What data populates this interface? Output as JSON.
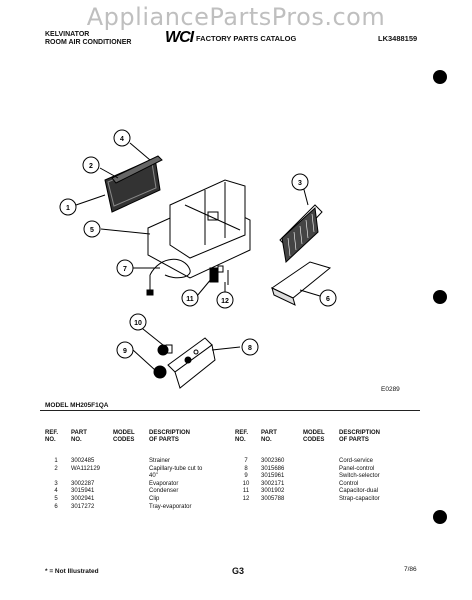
{
  "watermark": "AppliancePartsPros.com",
  "header": {
    "brand": "KELVINATOR",
    "subtitle": "ROOM AIR CONDITIONER",
    "logo_text": "WCI",
    "catalog": "FACTORY PARTS CATALOG",
    "catalog_id": "LK3488159"
  },
  "diagram": {
    "callouts": [
      "1",
      "2",
      "3",
      "4",
      "5",
      "6",
      "7",
      "8",
      "9",
      "10",
      "11",
      "12"
    ],
    "code": "E0289"
  },
  "model_label": "MODEL MH205F1QA",
  "table": {
    "headers": {
      "ref": [
        "REF.",
        "NO."
      ],
      "part": [
        "PART",
        "NO."
      ],
      "model": [
        "MODEL",
        "CODES"
      ],
      "desc": [
        "DESCRIPTION",
        "OF PARTS"
      ]
    },
    "left_rows": [
      {
        "ref": "1",
        "part": "3002485",
        "model": "",
        "desc": "Strainer"
      },
      {
        "ref": "2",
        "part": "WA112129",
        "model": "",
        "desc": "Capillary-tube cut to"
      },
      {
        "ref": "",
        "part": "",
        "model": "",
        "desc": "40\""
      },
      {
        "ref": "3",
        "part": "3002287",
        "model": "",
        "desc": "Evaporator"
      },
      {
        "ref": "4",
        "part": "3015941",
        "model": "",
        "desc": "Condenser"
      },
      {
        "ref": "5",
        "part": "3002941",
        "model": "",
        "desc": "Clip"
      },
      {
        "ref": "6",
        "part": "3017272",
        "model": "",
        "desc": "Tray-evaporator"
      }
    ],
    "right_rows": [
      {
        "ref": "7",
        "part": "3002360",
        "model": "",
        "desc": "Cord-service"
      },
      {
        "ref": "8",
        "part": "3015686",
        "model": "",
        "desc": "Panel-control"
      },
      {
        "ref": "9",
        "part": "3015961",
        "model": "",
        "desc": "Switch-selector"
      },
      {
        "ref": "10",
        "part": "3002171",
        "model": "",
        "desc": "Control"
      },
      {
        "ref": "11",
        "part": "3001902",
        "model": "",
        "desc": "Capacitor-dual"
      },
      {
        "ref": "12",
        "part": "3005788",
        "model": "",
        "desc": "Strap-capacitor"
      }
    ]
  },
  "footer": {
    "note": "* = Not Illustrated",
    "page": "G3",
    "date": "7/86"
  }
}
